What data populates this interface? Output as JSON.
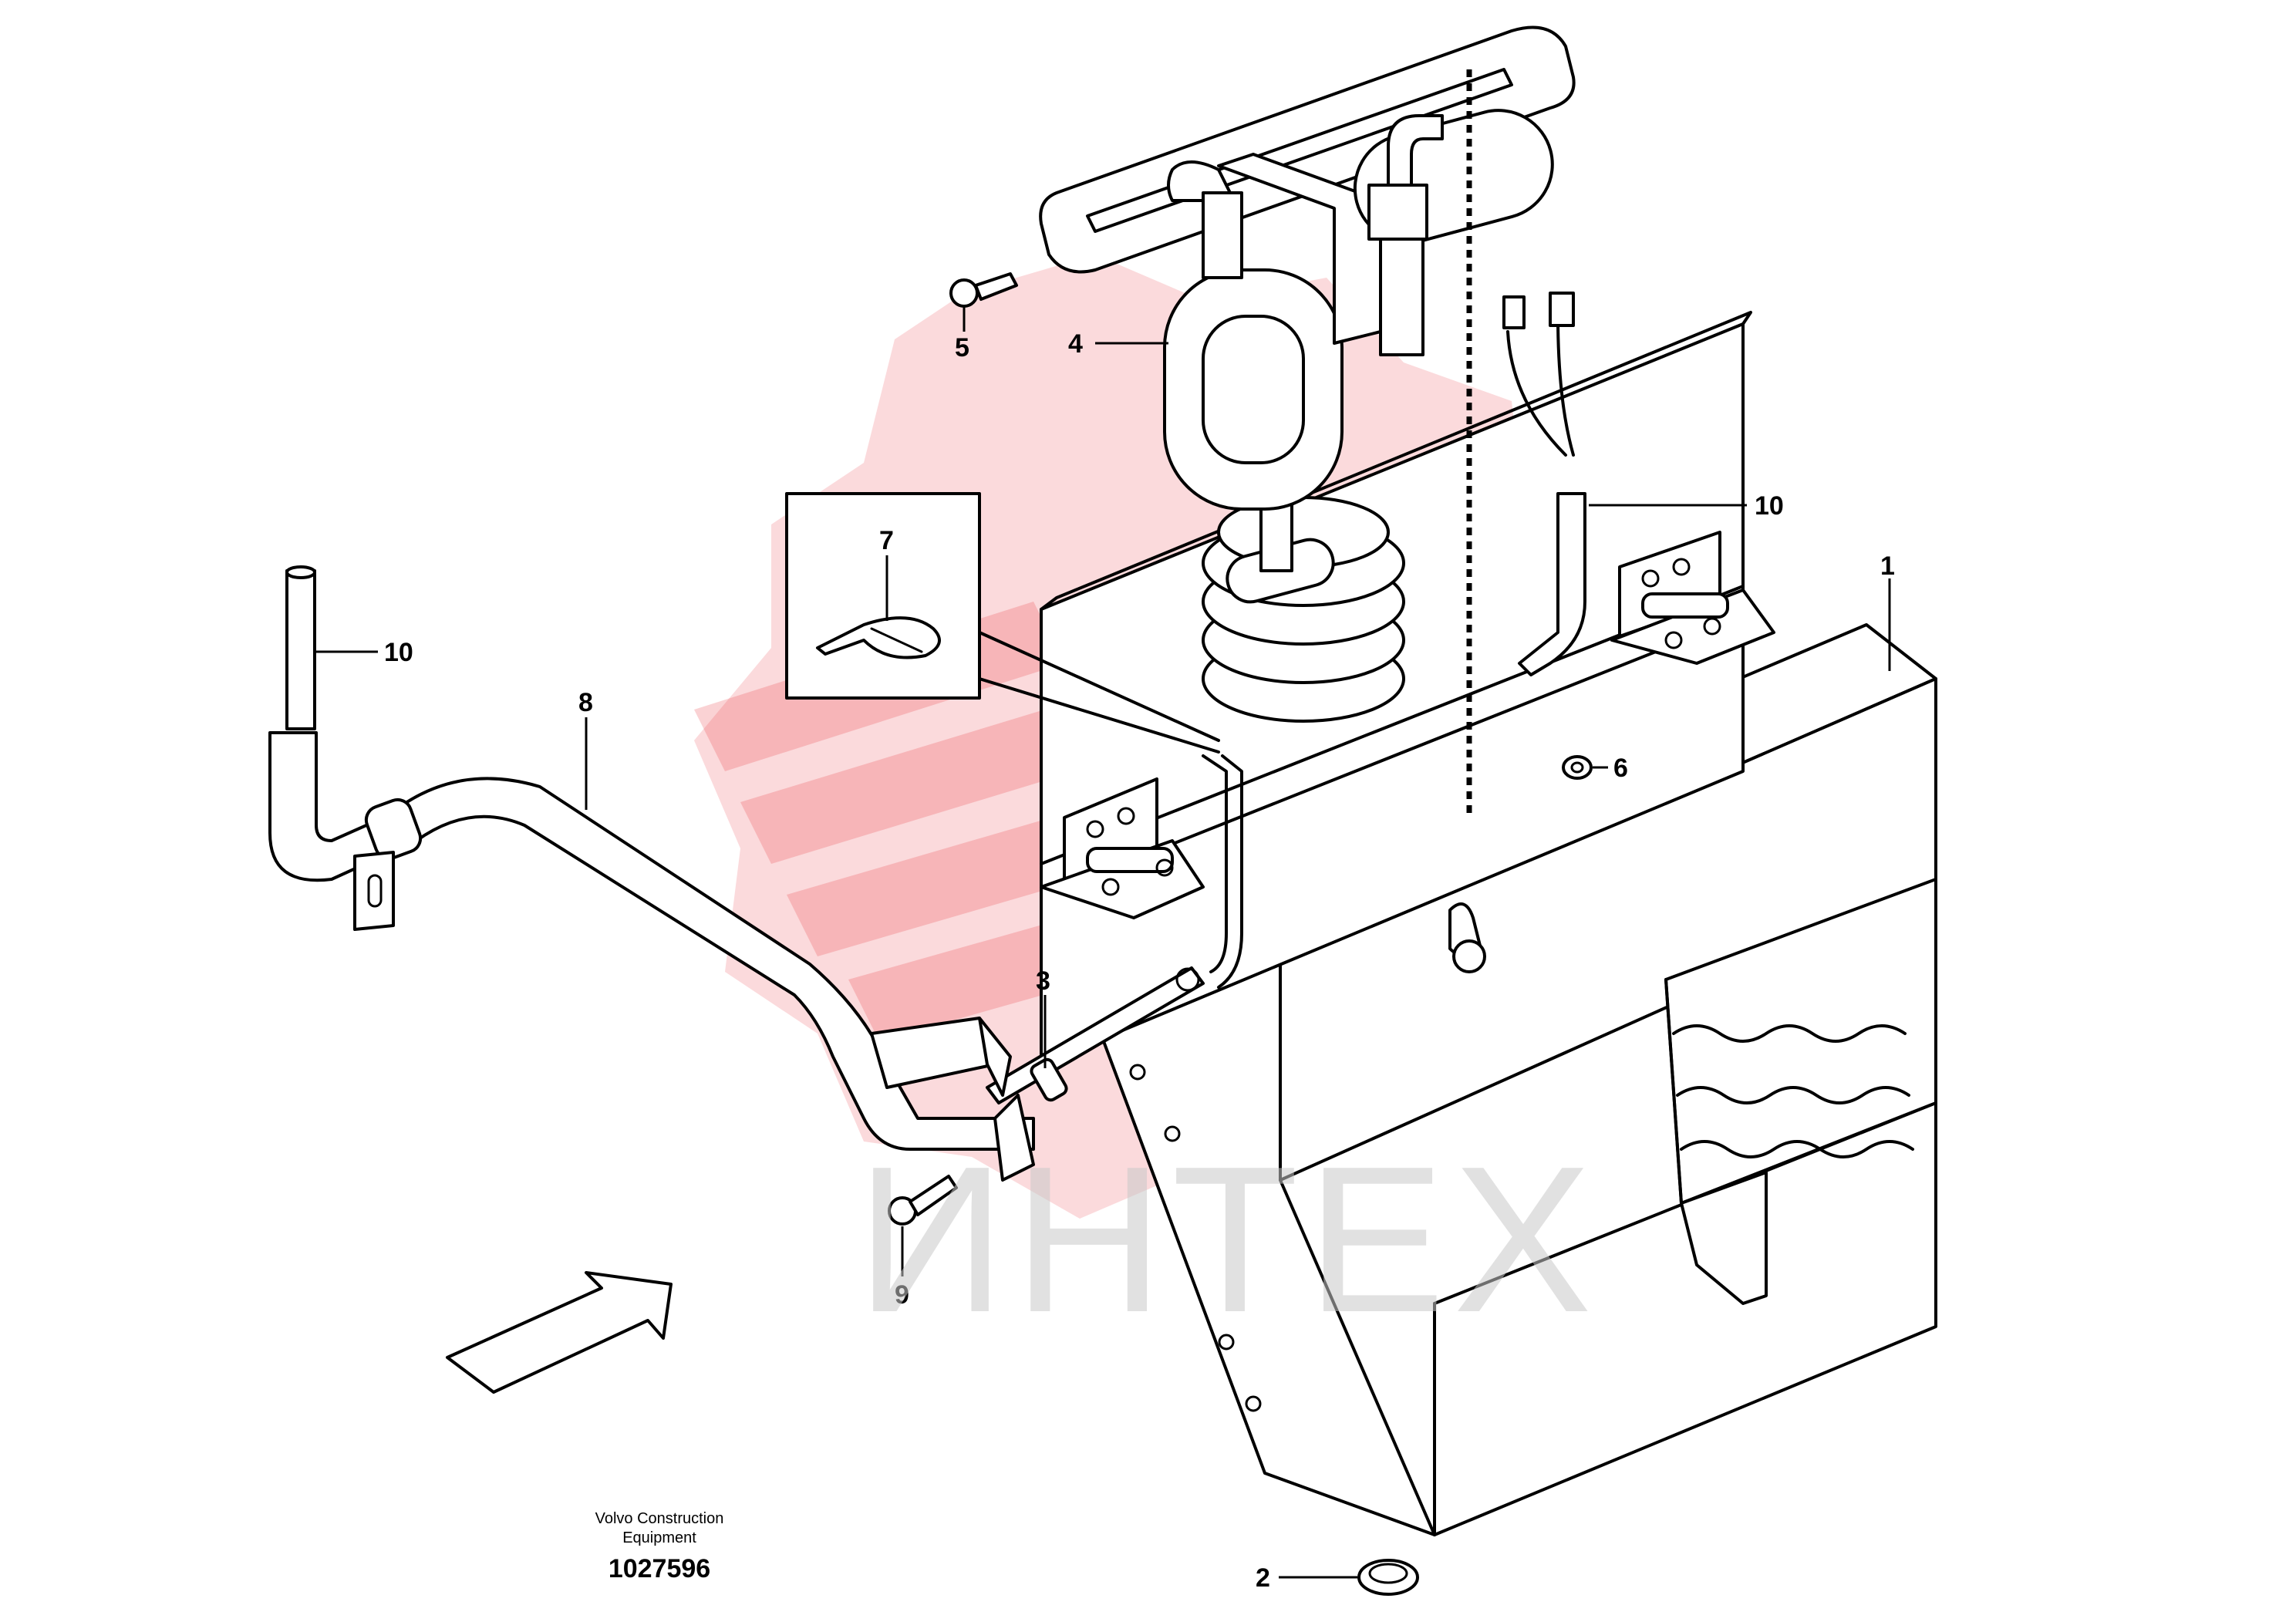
{
  "diagram": {
    "callouts": [
      "1",
      "2",
      "3",
      "4",
      "5",
      "6",
      "7",
      "8",
      "9",
      "10",
      "10"
    ],
    "watermark_text": "ИНТЕХ",
    "watermark_color": "#e8323c"
  },
  "footer": {
    "line1": "Volvo Construction",
    "line2": "Equipment",
    "part_number": "1027596"
  }
}
